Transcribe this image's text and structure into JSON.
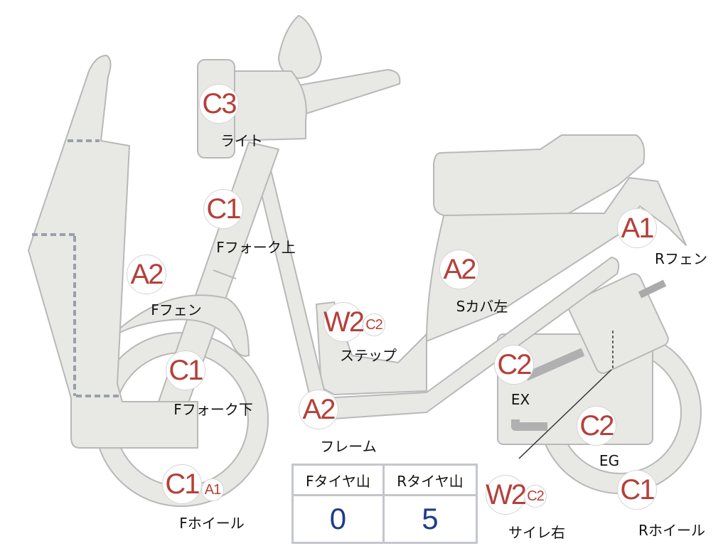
{
  "colors": {
    "part_fill": "#e8e8e5",
    "part_stroke": "#b8b8b8",
    "grade": "#b5403a",
    "value": "#1f3c88"
  },
  "parts": [
    {
      "id": "light",
      "grade": "C3",
      "label": "ライト"
    },
    {
      "id": "f_fork_upper",
      "grade": "C1",
      "label": "Fフォーク上"
    },
    {
      "id": "f_fender",
      "grade": "A2",
      "label": "Fフェン"
    },
    {
      "id": "step",
      "grade": "W2",
      "sub_grade": "C2",
      "label": "ステップ"
    },
    {
      "id": "s_cover_left",
      "grade": "A2",
      "label": "Sカバ左"
    },
    {
      "id": "f_fork_lower",
      "grade": "C1",
      "label": "Fフォーク下"
    },
    {
      "id": "frame",
      "grade": "A2",
      "label": "フレーム"
    },
    {
      "id": "ex",
      "grade": "C2",
      "label": "EX"
    },
    {
      "id": "r_fender",
      "grade": "A1",
      "label": "Rフェン"
    },
    {
      "id": "eg",
      "grade": "C2",
      "label": "EG"
    },
    {
      "id": "f_wheel",
      "grade": "C1",
      "sub_grade": "A1",
      "label": "Fホイール"
    },
    {
      "id": "muffler_right",
      "grade": "W2",
      "sub_grade": "C2",
      "label": "サイレ右"
    },
    {
      "id": "r_wheel",
      "grade": "C1",
      "label": "Rホイール"
    }
  ],
  "tire_table": {
    "headers": [
      "Fタイヤ山",
      "Rタイヤ山"
    ],
    "values": [
      "0",
      "5"
    ]
  }
}
